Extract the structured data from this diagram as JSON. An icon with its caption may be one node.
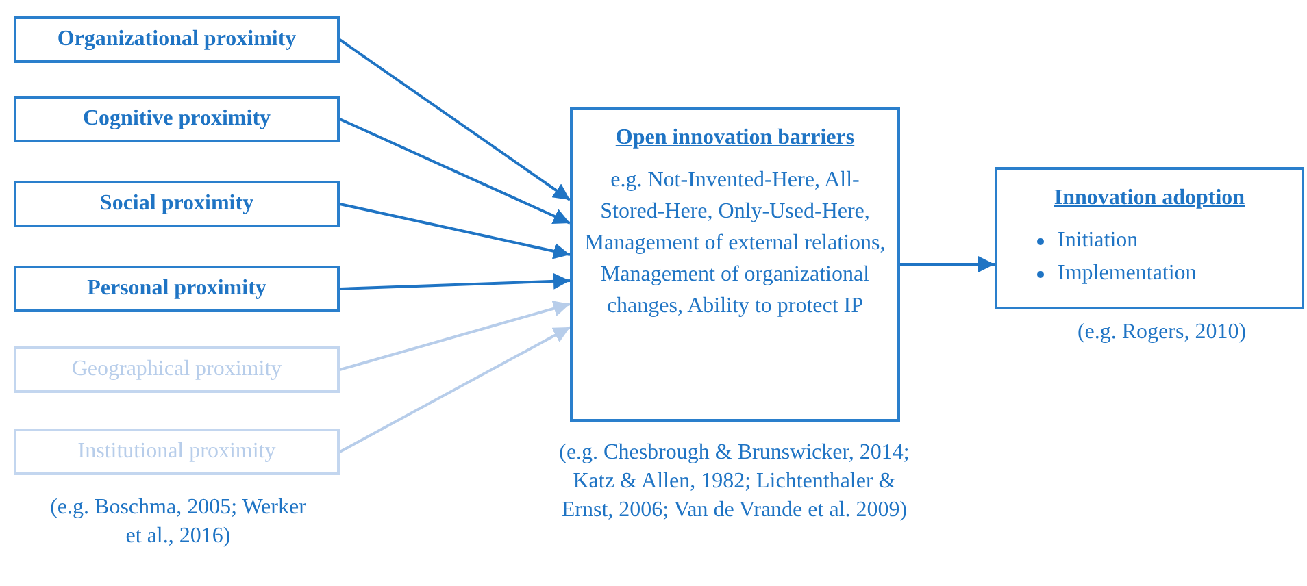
{
  "diagram": {
    "nodes": [
      {
        "text": [
          "Organizational proximity"
        ]
      },
      {
        "text": [
          "Cognitive proximity"
        ]
      },
      {
        "text": [
          "Social proximity"
        ]
      },
      {
        "text": [
          "Personal proximity"
        ]
      },
      {
        "text": [
          "Geographical proximity"
        ]
      },
      {
        "text": [
          "Institutional proximity"
        ]
      },
      {
        "text": [
          "Open innovation barriers",
          "e.g. Not-Invented-Here, All-Stored-Here, Only-Used-Here, Management of external relations, Management of organizational changes, Ability to protect IP"
        ],
        "beside": [
          "(e.g. Chesbrough & Brunswicker, 2014; Katz & Allen, 1982; Lichtenthaler & Ernst, 2006; Van de Vrande et al. 2009)"
        ]
      },
      {
        "text": [
          "Innovation adoption",
          "Initiation",
          "Implementation"
        ],
        "beside": [
          "(e.g. Rogers, 2010)"
        ]
      }
    ],
    "edges": [
      {
        "from": 0,
        "to": 6,
        "arrow": "to"
      },
      {
        "from": 1,
        "to": 6,
        "arrow": "to"
      },
      {
        "from": 2,
        "to": 6,
        "arrow": "to"
      },
      {
        "from": 3,
        "to": 6,
        "arrow": "to"
      },
      {
        "from": 4,
        "to": 6,
        "arrow": "to",
        "color": "#b7cdea"
      },
      {
        "from": 5,
        "to": 6,
        "arrow": "to",
        "color": "#b7cdea"
      },
      {
        "from": 6,
        "to": 7,
        "arrow": "to"
      }
    ],
    "labels": [
      "(e.g. Boschma, 2005; Werker et al., 2016)"
    ]
  }
}
